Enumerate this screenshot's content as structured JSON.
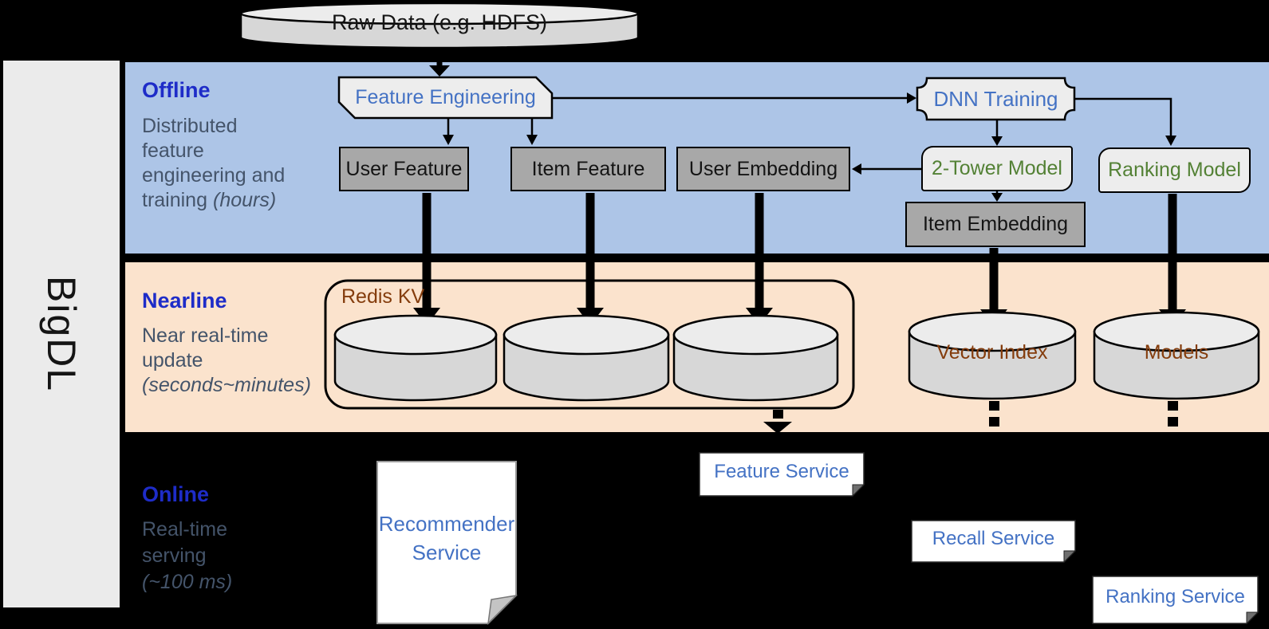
{
  "brand": "BigDL",
  "raw_data_label": "Raw Data (e.g. HDFS)",
  "bands": {
    "offline": {
      "title": "Offline",
      "line1": "Distributed",
      "line2": "feature",
      "line3": "engineering and",
      "line4": "training",
      "line4_italic": "(hours)"
    },
    "nearline": {
      "title": "Nearline",
      "line1": "Near real-time",
      "line2": "update",
      "line3_italic": "(seconds~minutes)"
    },
    "online": {
      "title": "Online",
      "line1": "Real-time",
      "line2": "serving",
      "line3_italic": "(~100 ms)"
    }
  },
  "nodes": {
    "feature_engineering": "Feature Engineering",
    "dnn_training": "DNN Training",
    "user_feature": "User Feature",
    "item_feature": "Item Feature",
    "user_embedding": "User Embedding",
    "two_tower_model": "2-Tower Model",
    "ranking_model": "Ranking Model",
    "item_embedding": "Item Embedding",
    "redis_kv": "Redis KV",
    "vector_index": "Vector Index",
    "models": "Models",
    "recommender_service": "Recommender Service",
    "feature_service": "Feature Service",
    "recall_service": "Recall Service",
    "ranking_service": "Ranking Service"
  },
  "colors": {
    "offline_band": "#adc5e7",
    "nearline_band": "#fbe3cd",
    "background": "#000000",
    "band_title_blue": "#1e2cc8",
    "band_desc_gray": "#44546a",
    "node_text_blue": "#4472c4",
    "node_text_green": "#538135",
    "node_text_brown": "#843c0c",
    "dark_box_fill": "#a8a8a8",
    "light_box_fill": "#ededed",
    "cylinder_fill": "#d7d7d7",
    "sidebar_fill": "#ebebeb"
  }
}
